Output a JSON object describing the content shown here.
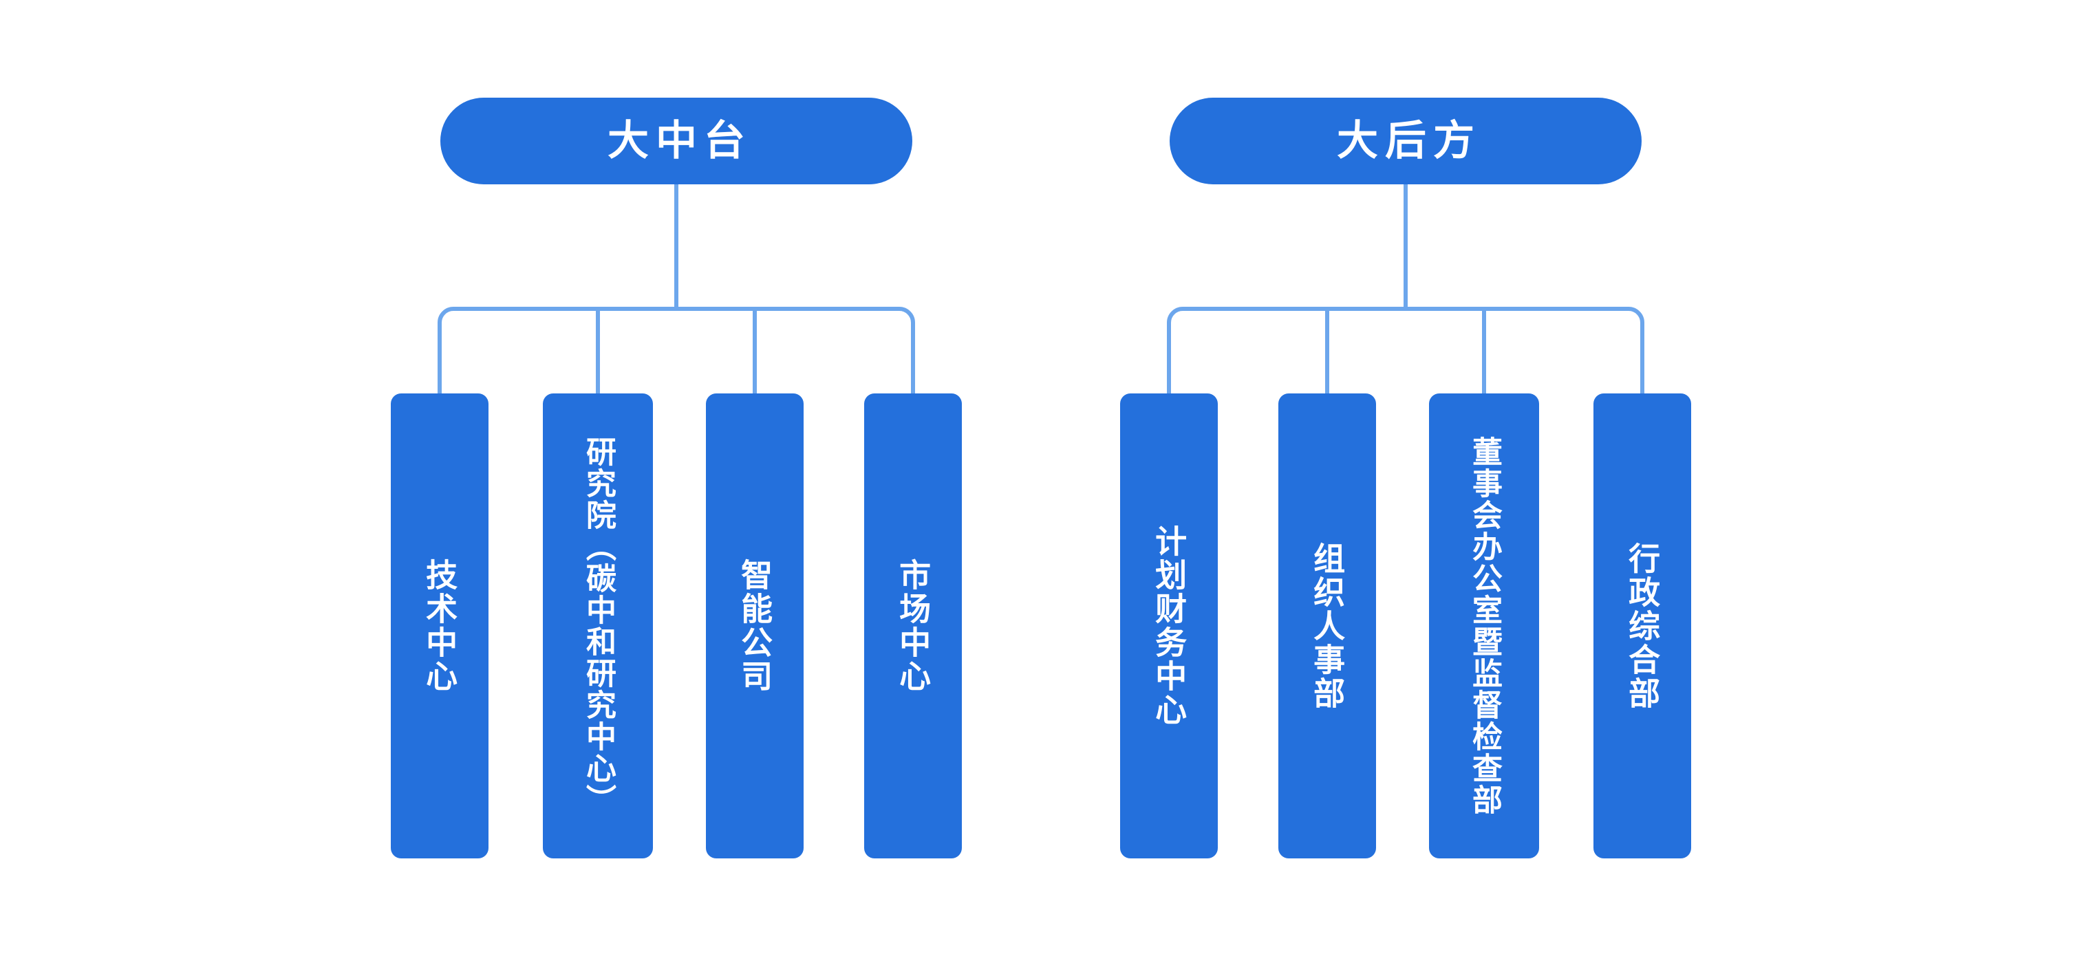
{
  "diagram": {
    "title": "组织架构图",
    "type": "org-chart",
    "colors": {
      "node_fill": "#2470DC",
      "connector": "#6CA6EC",
      "node_text": "#FFFFFF",
      "background": "#FFFFFF"
    }
  },
  "groups": [
    {
      "id": "mid-platform",
      "root": {
        "label": "大中台"
      },
      "children": [
        {
          "label": "技术中心"
        },
        {
          "label": "研究院（碳中和研究中心）"
        },
        {
          "label": "智能公司"
        },
        {
          "label": "市场中心"
        }
      ]
    },
    {
      "id": "rear-support",
      "root": {
        "label": "大后方"
      },
      "children": [
        {
          "label": "计划财务中心"
        },
        {
          "label": "组织人事部"
        },
        {
          "label": "董事会办公室暨监督检查部"
        },
        {
          "label": "行政综合部"
        }
      ]
    }
  ]
}
